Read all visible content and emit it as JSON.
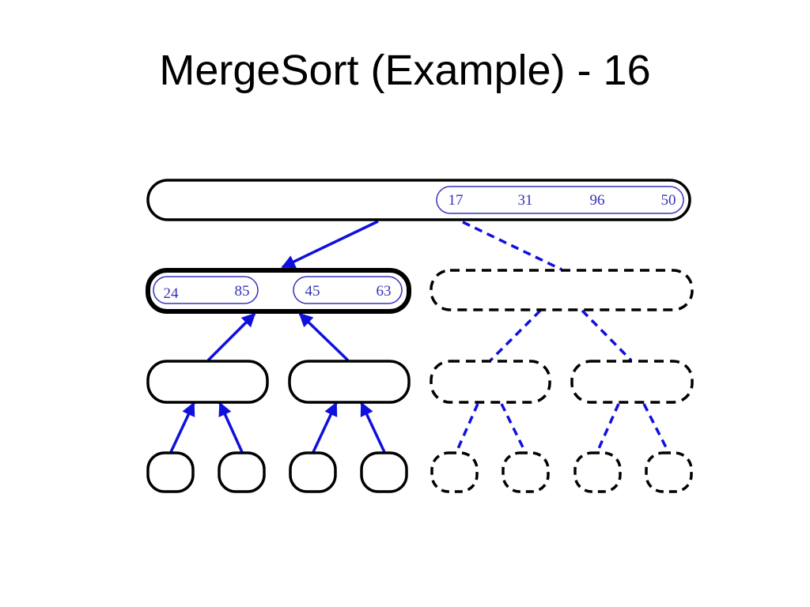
{
  "slide": {
    "title": "MergeSort (Example) - 16"
  },
  "colors": {
    "node_stroke": "#000000",
    "arrow": "#1010dd",
    "number_text": "#3333bb",
    "subgroup_stroke": "#3333bb"
  },
  "tree": {
    "root": {
      "state": "active",
      "groups": [
        {
          "values": [
            "17",
            "31",
            "96",
            "50"
          ]
        }
      ]
    },
    "level1": [
      {
        "state": "current",
        "groups": [
          {
            "values": [
              "24",
              "85"
            ]
          },
          {
            "values": [
              "45",
              "63"
            ]
          }
        ]
      },
      {
        "state": "pending",
        "groups": []
      }
    ],
    "level2": [
      {
        "state": "done"
      },
      {
        "state": "done"
      },
      {
        "state": "pending"
      },
      {
        "state": "pending"
      }
    ],
    "level3": [
      {
        "state": "done"
      },
      {
        "state": "done"
      },
      {
        "state": "done"
      },
      {
        "state": "done"
      },
      {
        "state": "pending"
      },
      {
        "state": "pending"
      },
      {
        "state": "pending"
      },
      {
        "state": "pending"
      }
    ]
  }
}
